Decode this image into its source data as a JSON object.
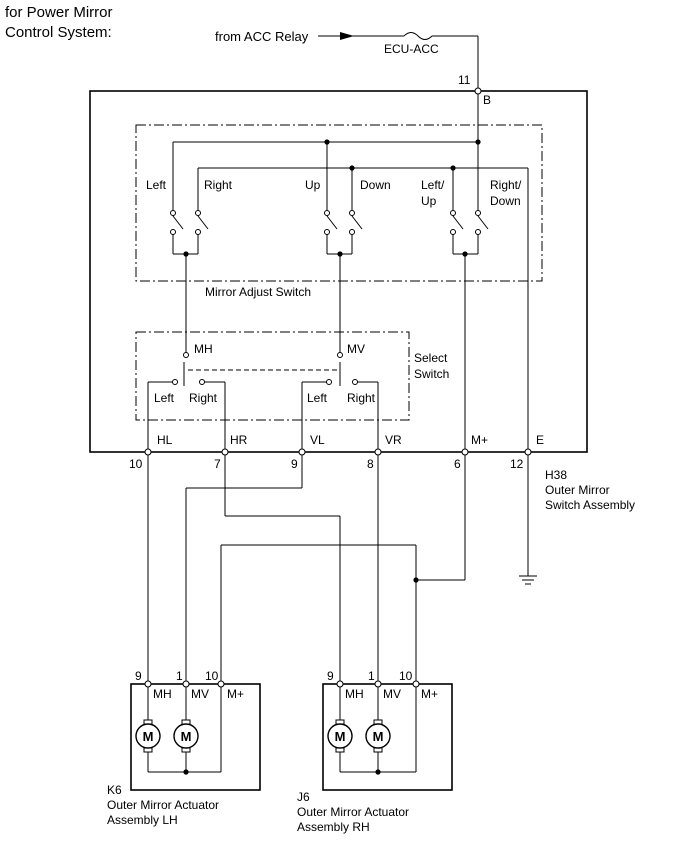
{
  "header": {
    "line1": "for Power Mirror",
    "line2": "Control System:"
  },
  "source": {
    "from_label": "from ACC Relay",
    "fuse_label": "ECU-ACC"
  },
  "switch_assembly": {
    "connector_id": "H38",
    "name_line1": "Outer Mirror",
    "name_line2": "Switch Assembly",
    "supply_pin": "11",
    "supply_terminal": "B",
    "pins": [
      {
        "num": "10",
        "label": "HL"
      },
      {
        "num": "7",
        "label": "HR"
      },
      {
        "num": "9",
        "label": "VL"
      },
      {
        "num": "8",
        "label": "VR"
      },
      {
        "num": "6",
        "label": "M+"
      },
      {
        "num": "12",
        "label": "E"
      }
    ]
  },
  "mirror_adjust_switch": {
    "title": "Mirror Adjust Switch",
    "labels": {
      "left": "Left",
      "right": "Right",
      "up": "Up",
      "down": "Down",
      "left_up_1": "Left/",
      "left_up_2": "Up",
      "right_down_1": "Right/",
      "right_down_2": "Down"
    }
  },
  "select_switch": {
    "title_1": "Select",
    "title_2": "Switch",
    "mh": "MH",
    "mv": "MV",
    "left": "Left",
    "right": "Right"
  },
  "actuator_lh": {
    "id": "K6",
    "name_line1": "Outer Mirror Actuator",
    "name_line2": "Assembly LH",
    "pins": [
      "9",
      "1",
      "10"
    ],
    "terms": [
      "MH",
      "MV",
      "M+"
    ],
    "motor_symbol": "M"
  },
  "actuator_rh": {
    "id": "J6",
    "name_line1": "Outer Mirror Actuator",
    "name_line2": "Assembly RH",
    "pins": [
      "9",
      "1",
      "10"
    ],
    "terms": [
      "MH",
      "MV",
      "M+"
    ],
    "motor_symbol": "M"
  }
}
